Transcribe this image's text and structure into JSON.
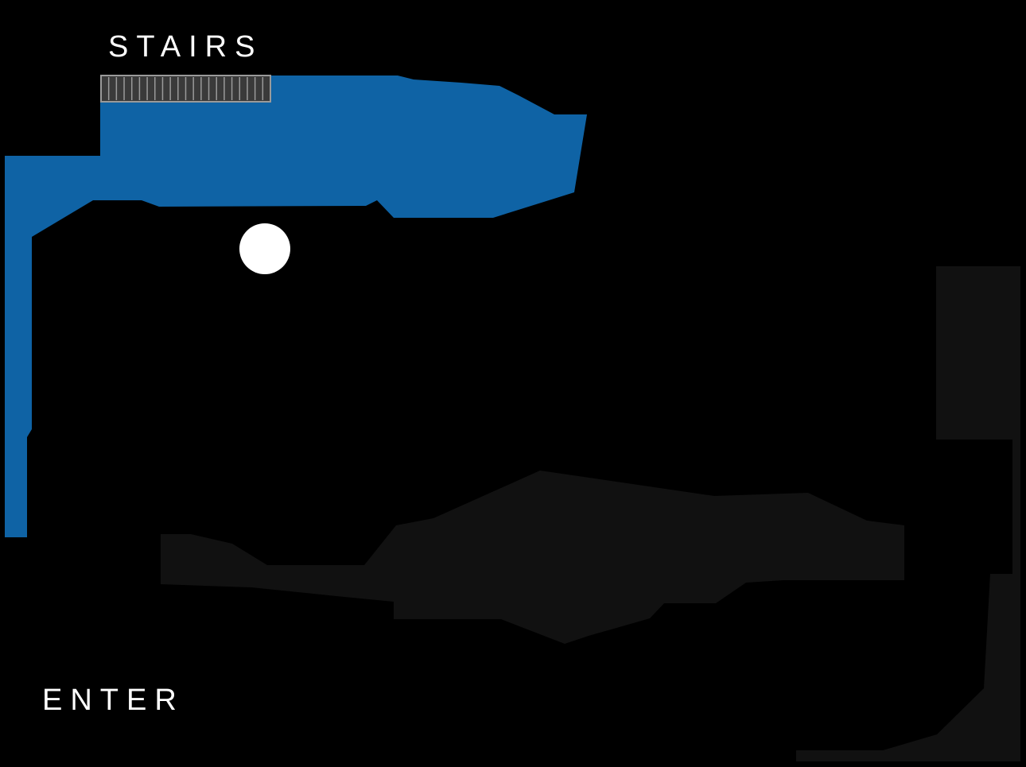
{
  "labels": {
    "stairs": "STAIRS",
    "enter": "ENTER"
  },
  "colors": {
    "background": "#000000",
    "explored_floor": "#0f63a5",
    "unexplored_floor": "#111111",
    "stairs_fill": "#3a3a3a",
    "stairs_stroke": "#9a9a9a",
    "player_marker": "#ffffff"
  },
  "map": {
    "player_marker": "player-position-marker",
    "stairs_icon": "stairs-icon"
  }
}
